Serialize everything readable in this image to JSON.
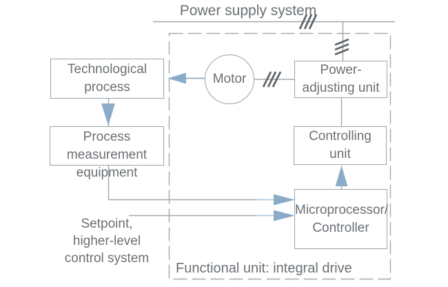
{
  "diagram": {
    "power_supply_label": "Power supply system",
    "functional_unit_label": "Functional unit: integral drive",
    "nodes": {
      "technological_process": {
        "line1": "Technological",
        "line2": "process"
      },
      "process_measurement_equipment": {
        "line1": "Process",
        "line2": "measurement",
        "line3": "equipment"
      },
      "motor": {
        "label": "Motor"
      },
      "power_adjusting_unit": {
        "line1": "Power-",
        "line2": "adjusting unit"
      },
      "controlling_unit": {
        "line1": "Controlling",
        "line2": "unit"
      },
      "microprocessor_controller": {
        "line1": "Microprocessor/",
        "line2": "Controller"
      }
    },
    "setpoint_label": {
      "line1": "Setpoint,",
      "line2": "higher-level",
      "line3": "control system"
    },
    "icons": [
      "three-phase-hatch",
      "arrowhead"
    ],
    "colors": {
      "line_gray": "#a3a8ab",
      "border_gray": "#9ba1a5",
      "text_gray": "#6b7074",
      "hatch_gray": "#60656a",
      "arrow_blue": "#8bacc8",
      "arrow_line_blue": "#aac4d6"
    }
  }
}
